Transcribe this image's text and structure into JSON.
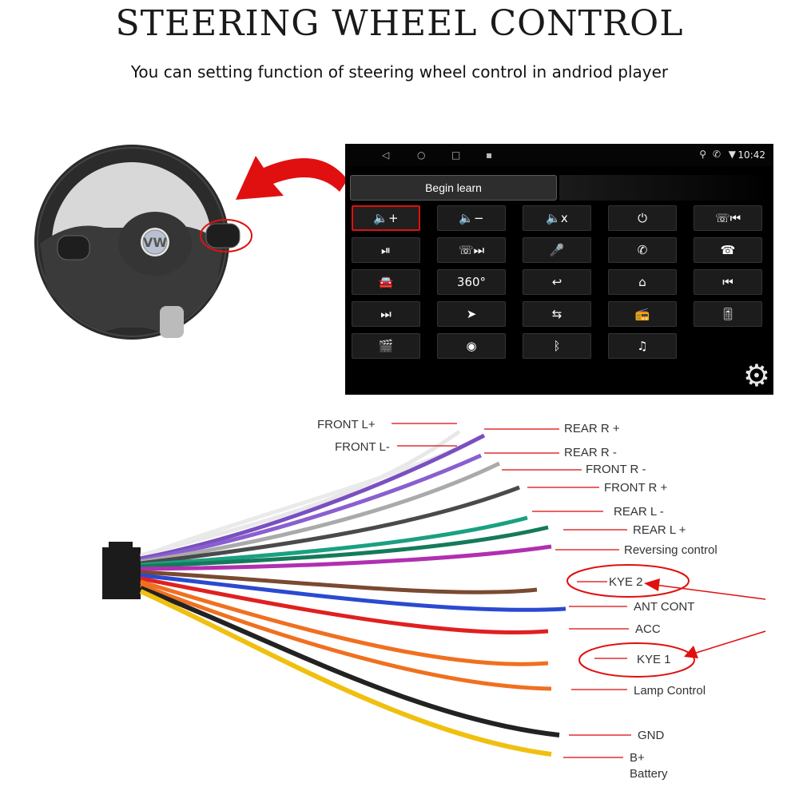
{
  "header": {
    "title": "STEERING WHEEL CONTROL",
    "subtitle": "You can setting function of steering wheel control in andriod player"
  },
  "screen": {
    "status": {
      "time": "10:42"
    },
    "nav": {
      "back": "◁",
      "home": "○",
      "recents": "□",
      "menu": "▪"
    },
    "learn_button": "Begin learn",
    "keys": [
      [
        "🔈+",
        "🔈−",
        "🔈x",
        "⏻",
        "☏⏮"
      ],
      [
        "⏯",
        "☏⏭",
        "🎤",
        "✆",
        "☎"
      ],
      [
        "🚘",
        "360°",
        "↩",
        "⌂",
        "⏮"
      ],
      [
        "⏭",
        "➤",
        "⇆",
        "📻",
        "🎚"
      ],
      [
        "🎬",
        "◉",
        "ᛒ",
        "♫"
      ]
    ],
    "settings_icon": "⚙"
  },
  "colors": {
    "accent_red": "#e01010",
    "screen_bg": "#000000"
  },
  "wires": {
    "labels": [
      "FRONT L+",
      "FRONT L-",
      "REAR R +",
      "REAR R -",
      "FRONT R -",
      "FRONT R +",
      "REAR L -",
      "REAR L +",
      "Reversing control",
      "KYE 2",
      "ANT CONT",
      "ACC",
      "KYE 1",
      "Lamp Control",
      "GND",
      "B+",
      "Battery"
    ]
  }
}
